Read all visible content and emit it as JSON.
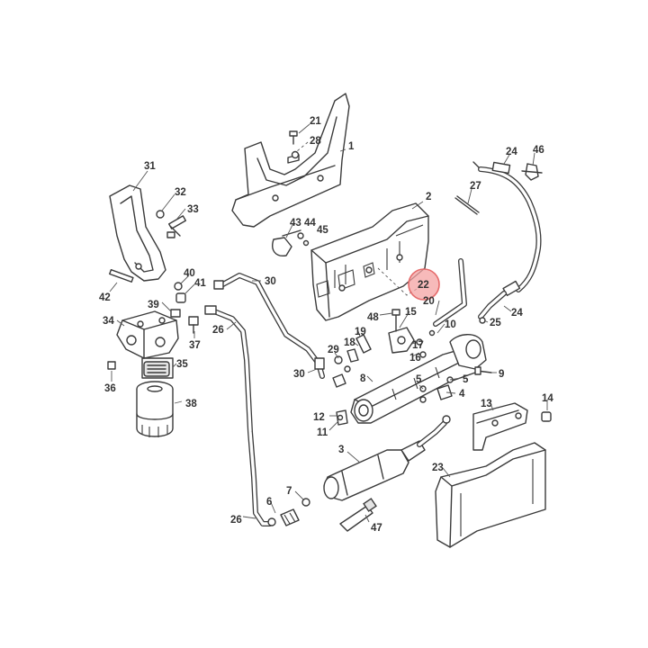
{
  "diagram": {
    "highlight": {
      "part": "22",
      "color": "#f4a3a3",
      "stroke": "#e56b6b"
    },
    "callouts": [
      {
        "id": "c1",
        "label": "1"
      },
      {
        "id": "c2",
        "label": "2"
      },
      {
        "id": "c3",
        "label": "3"
      },
      {
        "id": "c4",
        "label": "4"
      },
      {
        "id": "c5a",
        "label": "5"
      },
      {
        "id": "c5b",
        "label": "5"
      },
      {
        "id": "c6",
        "label": "6"
      },
      {
        "id": "c7",
        "label": "7"
      },
      {
        "id": "c8",
        "label": "8"
      },
      {
        "id": "c9",
        "label": "9"
      },
      {
        "id": "c10",
        "label": "10"
      },
      {
        "id": "c11",
        "label": "11"
      },
      {
        "id": "c12",
        "label": "12"
      },
      {
        "id": "c13",
        "label": "13"
      },
      {
        "id": "c14",
        "label": "14"
      },
      {
        "id": "c15",
        "label": "15"
      },
      {
        "id": "c16",
        "label": "16"
      },
      {
        "id": "c17",
        "label": "17"
      },
      {
        "id": "c18",
        "label": "18"
      },
      {
        "id": "c19",
        "label": "19"
      },
      {
        "id": "c20",
        "label": "20"
      },
      {
        "id": "c21",
        "label": "21"
      },
      {
        "id": "c22",
        "label": "22"
      },
      {
        "id": "c23",
        "label": "23"
      },
      {
        "id": "c24a",
        "label": "24"
      },
      {
        "id": "c24b",
        "label": "24"
      },
      {
        "id": "c25",
        "label": "25"
      },
      {
        "id": "c26a",
        "label": "26"
      },
      {
        "id": "c26b",
        "label": "26"
      },
      {
        "id": "c27",
        "label": "27"
      },
      {
        "id": "c28",
        "label": "28"
      },
      {
        "id": "c29",
        "label": "29"
      },
      {
        "id": "c30a",
        "label": "30"
      },
      {
        "id": "c30b",
        "label": "30"
      },
      {
        "id": "c31",
        "label": "31"
      },
      {
        "id": "c32",
        "label": "32"
      },
      {
        "id": "c33",
        "label": "33"
      },
      {
        "id": "c34",
        "label": "34"
      },
      {
        "id": "c35",
        "label": "35"
      },
      {
        "id": "c36",
        "label": "36"
      },
      {
        "id": "c37",
        "label": "37"
      },
      {
        "id": "c38",
        "label": "38"
      },
      {
        "id": "c39",
        "label": "39"
      },
      {
        "id": "c40",
        "label": "40"
      },
      {
        "id": "c41",
        "label": "41"
      },
      {
        "id": "c42",
        "label": "42"
      },
      {
        "id": "c43",
        "label": "43"
      },
      {
        "id": "c44",
        "label": "44"
      },
      {
        "id": "c45",
        "label": "45"
      },
      {
        "id": "c46",
        "label": "46"
      },
      {
        "id": "c47",
        "label": "47"
      },
      {
        "id": "c48",
        "label": "48"
      }
    ]
  }
}
